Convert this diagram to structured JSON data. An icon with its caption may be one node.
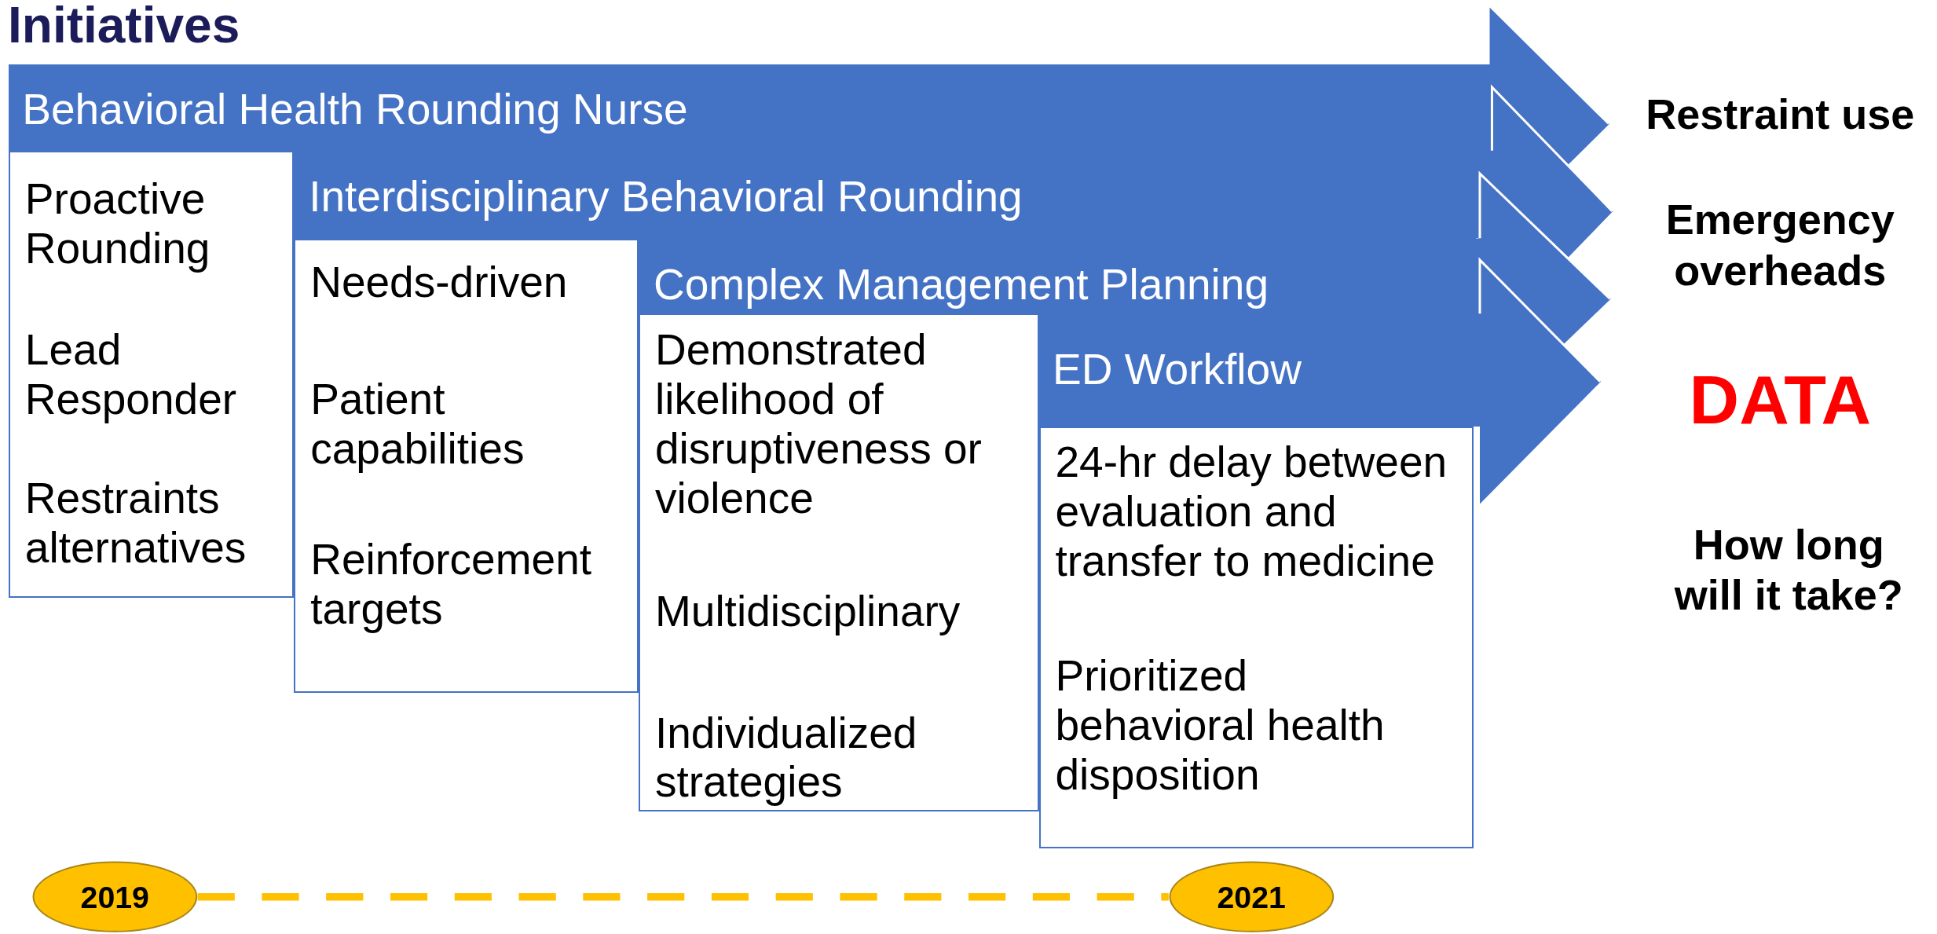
{
  "diagram": {
    "title": "Initiatives",
    "nodes": [
      {
        "text": [
          "Behavioral Health Rounding Nurse"
        ]
      },
      {
        "text": [
          "Proactive Rounding",
          "Lead Responder",
          "Restraints alternatives"
        ]
      },
      {
        "text": [
          "Interdisciplinary Behavioral Rounding"
        ]
      },
      {
        "text": [
          "Needs-driven",
          "Patient capabilities",
          "Reinforcement targets"
        ]
      },
      {
        "text": [
          "Complex Management Planning"
        ]
      },
      {
        "text": [
          "Demonstrated likelihood of disruptiveness or violence",
          "Multidisciplinary",
          "Individualized strategies"
        ]
      },
      {
        "text": [
          "ED Workflow"
        ]
      },
      {
        "text": [
          "24-hr delay between evaluation and transfer to medicine",
          "Prioritized behavioral health disposition"
        ]
      },
      {
        "text": [
          "2019"
        ]
      },
      {
        "text": [
          "2021"
        ]
      }
    ],
    "edges": [
      {
        "from": 8,
        "to": 9,
        "arrow": "none",
        "style": "dashed",
        "color": "#ffc000"
      }
    ],
    "labels": [
      "Restraint use",
      "Emergency overheads",
      "DATA",
      "How long will it take?"
    ]
  }
}
